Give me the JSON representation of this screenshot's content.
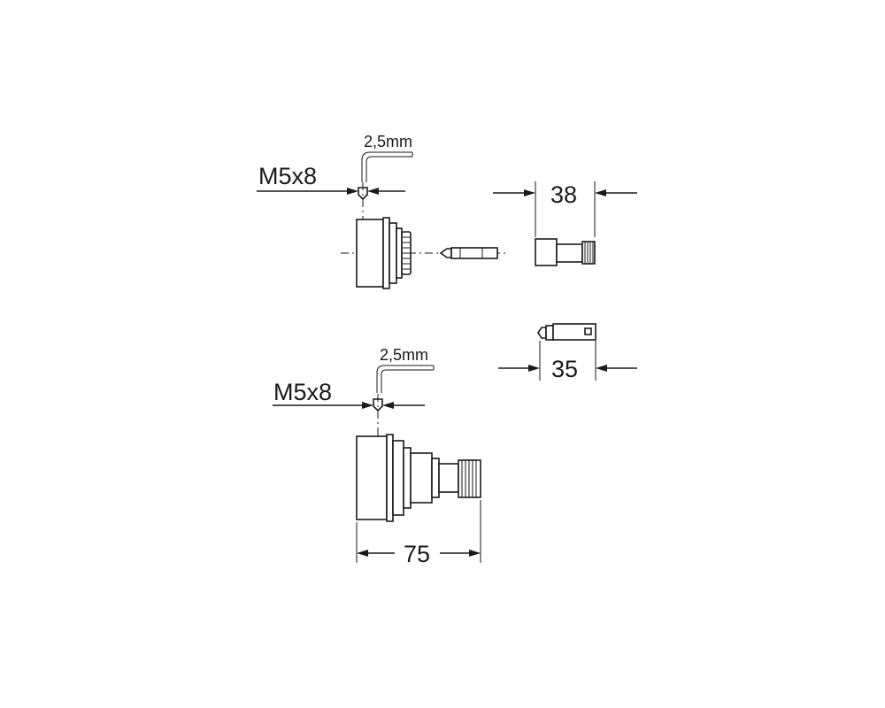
{
  "top_assembly": {
    "thread_label": "M5x8",
    "hex_key_label": "2,5mm",
    "dimension_label": "38"
  },
  "middle_part": {
    "dimension_label": "35"
  },
  "bottom_assembly": {
    "thread_label": "M5x8",
    "hex_key_label": "2,5mm",
    "dimension_label": "75"
  },
  "colors": {
    "line": "#1a1a1a",
    "background": "#ffffff"
  }
}
